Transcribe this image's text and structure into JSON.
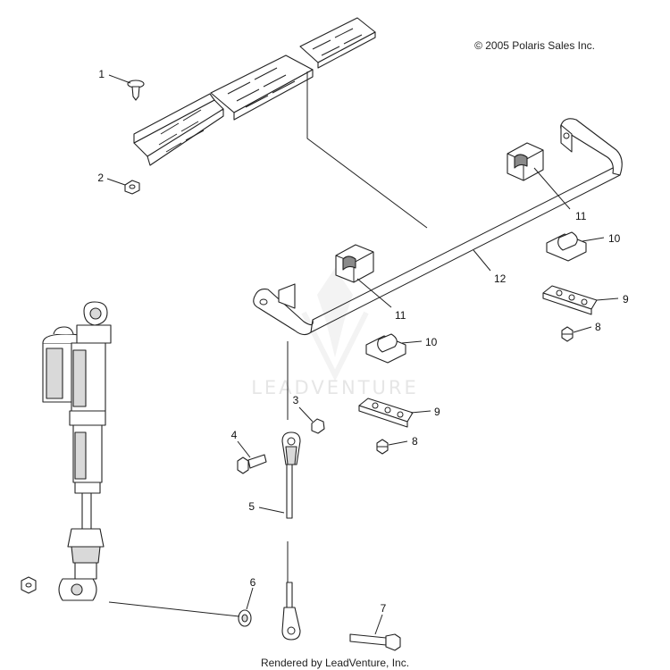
{
  "copyright": "© 2005 Polaris Sales Inc.",
  "footer": "Rendered by LeadVenture, Inc.",
  "watermark": "LEADVENTURE",
  "callouts": {
    "c1": "1",
    "c2": "2",
    "c3": "3",
    "c4": "4",
    "c5": "5",
    "c6": "6",
    "c7": "7",
    "c8a": "8",
    "c8b": "8",
    "c9a": "9",
    "c9b": "9",
    "c10a": "10",
    "c10b": "10",
    "c11a": "11",
    "c11b": "11",
    "c12": "12"
  }
}
